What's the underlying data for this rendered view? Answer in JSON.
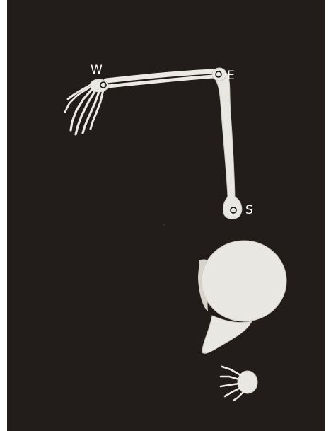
{
  "scene": {
    "background_color": "#221c1b",
    "bone_color": "#e9e7e2"
  },
  "joints": {
    "wrist_label": "W",
    "elbow_label": "E",
    "shoulder_label": "S"
  }
}
